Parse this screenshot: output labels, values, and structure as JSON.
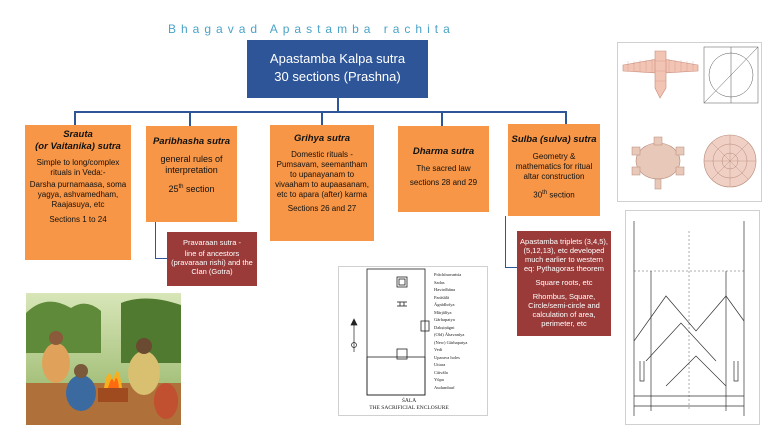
{
  "title": "Bhagavad Apastamba rachita",
  "root": {
    "line1": "Apastamba Kalpa sutra",
    "line2": "30 sections (Prashna)"
  },
  "srauta": {
    "title1": "Srauta",
    "title2": "(or Vaitanika) sutra",
    "desc": "Simple to long/complex rituals in Veda:-",
    "examples": "Darsha purnamaasa, soma yagya, ashvamedham, Raajasuya, etc",
    "sections": "Sections 1 to 24"
  },
  "paribhasha": {
    "title": "Paribhasha sutra",
    "desc": "general rules of interpretation",
    "section_num": "25",
    "section_sup": "th",
    "section_word": " section"
  },
  "pravaraan": {
    "title": "Pravaraan sutra -",
    "desc": "line of ancestors (pravaraan rishi) and the Clan (Gotra)"
  },
  "grihya": {
    "title": "Grihya sutra",
    "desc": "Domestic rituals - Pumsavam, seemantham to upanayanam to vivaaham to aupaasanam, etc to apara (after) karma",
    "sections": "Sections 26 and 27"
  },
  "dharma": {
    "title": "Dharma sutra",
    "desc": "The sacred law",
    "sections": "sections 28 and 29"
  },
  "sulba": {
    "title": "Sulba (sulva) sutra",
    "desc": "Geometry & mathematics for ritual altar construction",
    "section_num": "30",
    "section_sup": "th",
    "section_word": " section"
  },
  "apastamba": {
    "p1": "Apastamba triplets (3,4,5), (5,12,13), etc developed much earlier to western eq: Pythagoras theorem",
    "p2": "Square roots, etc",
    "p3": "Rhombus, Square, Circle/semi-circle and calculation of area, perimeter, etc"
  },
  "sala": {
    "legend": [
      "Prāchīnavaṁśa",
      "Sadas",
      "Havirdhāna",
      "Parāśālā",
      "Āgnīdhrīya",
      "Mārjālīya",
      "Gārhapatya",
      "Dakṣiṇāgni",
      "(Old) Āhavanīya",
      "(New) Gārhapatya",
      "Vedi",
      "Uparava holes",
      "Uttara",
      "Cātvāla",
      "Yūpa",
      "Audumbarī"
    ],
    "caption1": "ŚĀLĀ",
    "caption2": "THE SACRIFICIAL ENCLOSURE"
  },
  "colors": {
    "orange": "#f79646",
    "blue": "#2e5597",
    "red": "#9a3b39",
    "title": "#4aa3c8"
  }
}
